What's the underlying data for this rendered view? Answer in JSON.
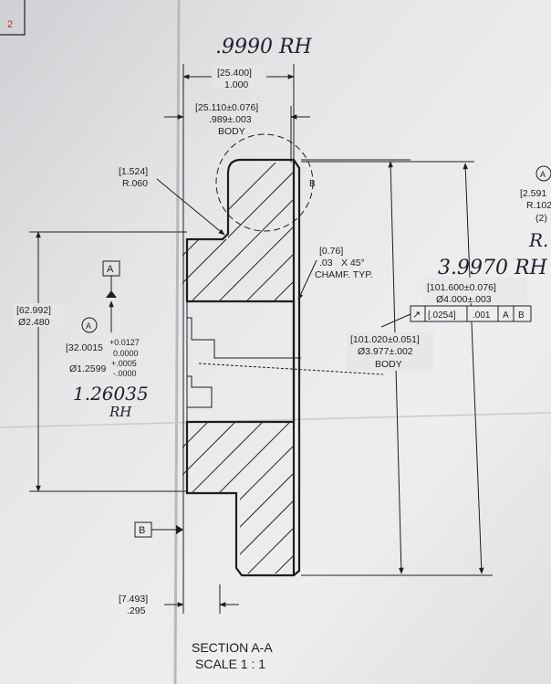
{
  "drawing": {
    "section_title": "SECTION A-A",
    "scale_label": "SCALE 1 : 1",
    "handwritten": {
      "top_note": ".9990 RH",
      "od_note": "3.9970 RH",
      "bore_note_line1": "1.26035",
      "bore_note_line2": "RH",
      "right_edge_note": "R."
    },
    "dimensions": {
      "overall_width": {
        "metric": "[25.400]",
        "inch": "1.000"
      },
      "body_width": {
        "metric": "[25.110±0.076]",
        "inch": ".989±.003",
        "label": "BODY"
      },
      "corner_radius": {
        "metric": "[1.524]",
        "inch": "R.060"
      },
      "chamfer": {
        "metric": "[0.76]",
        "inch": ".03",
        "angle": "X 45°",
        "label": "CHAMF. TYP."
      },
      "pilot_dia": {
        "metric": "[62.992]",
        "inch": "Ø2.480"
      },
      "bore_dia": {
        "metric": "[32.0015",
        "metric_upper_tol": "+0.0127",
        "metric_lower_tol": "0.0000",
        "inch": "Ø1.2599",
        "inch_upper_tol": "+.0005",
        "inch_lower_tol": "-.0000"
      },
      "body_dia": {
        "metric": "[101.020±0.051]",
        "inch": "Ø3.977±.002",
        "label": "BODY"
      },
      "outer_dia": {
        "metric": "[101.600±0.076]",
        "inch": "Ø4.000±.003"
      },
      "flange_thickness": {
        "metric": "[7.493]",
        "inch": ".295"
      },
      "right_radius": {
        "metric": "[2.591",
        "inch": "R.102",
        "count": "(2)"
      }
    },
    "datums": {
      "a": "A",
      "b": "B",
      "circled_a": "A",
      "circled_b": "B"
    },
    "feature_control_frame": {
      "symbol": "↗",
      "metric_tolerance": "[.0254]",
      "tolerance": ".001",
      "datum_1": "A",
      "datum_2": "B"
    },
    "corner_mark": "2"
  }
}
